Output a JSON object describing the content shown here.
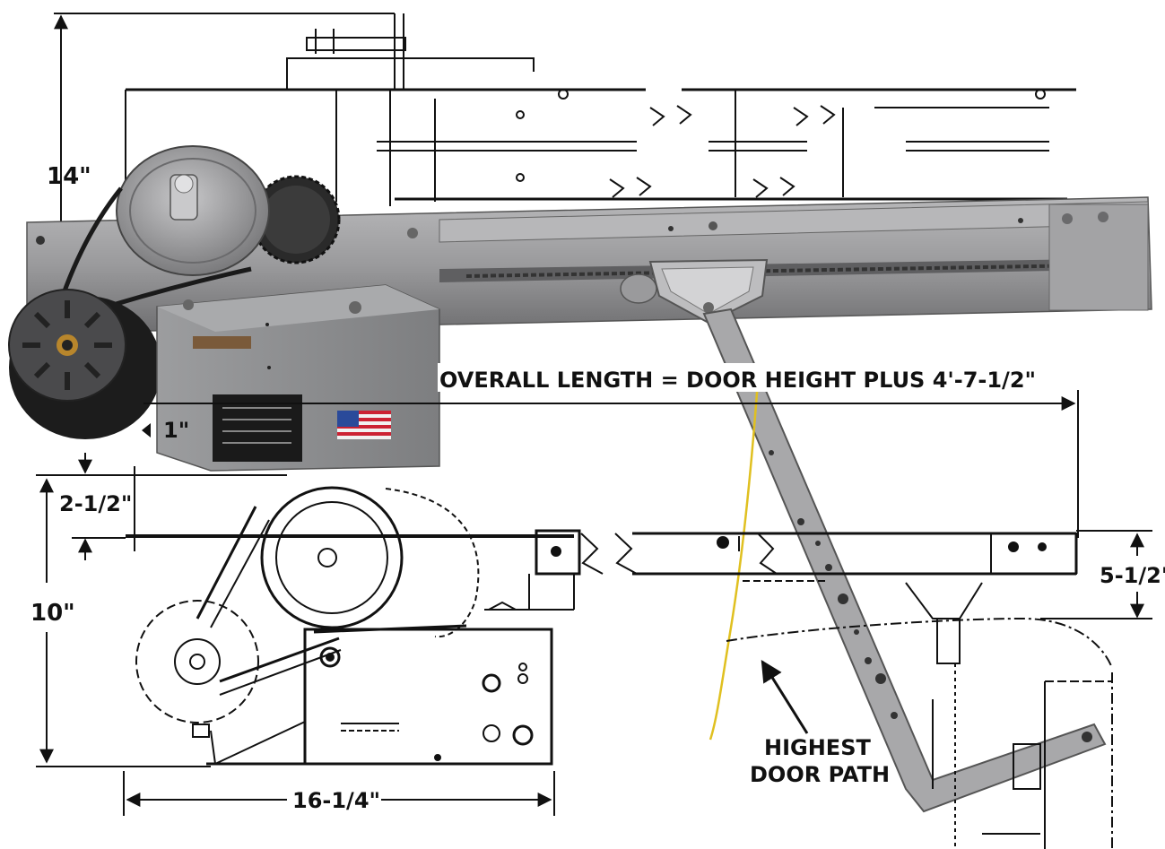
{
  "dimensions": {
    "height_total": "14\"",
    "overall_length": "OVERALL LENGTH = DOOR HEIGHT PLUS 4'-7-1/2\"",
    "clearance_small": "1\"",
    "offset_top": "2-1/2\"",
    "height_motor": "10\"",
    "width_motor": "16-1/4\"",
    "offset_right": "5-1/2\""
  },
  "callouts": {
    "highest_door_path_line1": "HIGHEST",
    "highest_door_path_line2": "DOOR PATH"
  },
  "colors": {
    "rail_gray": "#9a9a9c",
    "motor_black": "#1c1c1c",
    "box_gray": "#8f9092",
    "arm_gray": "#a8a8aa",
    "release_cord": "#e0c020",
    "line": "#111111"
  }
}
